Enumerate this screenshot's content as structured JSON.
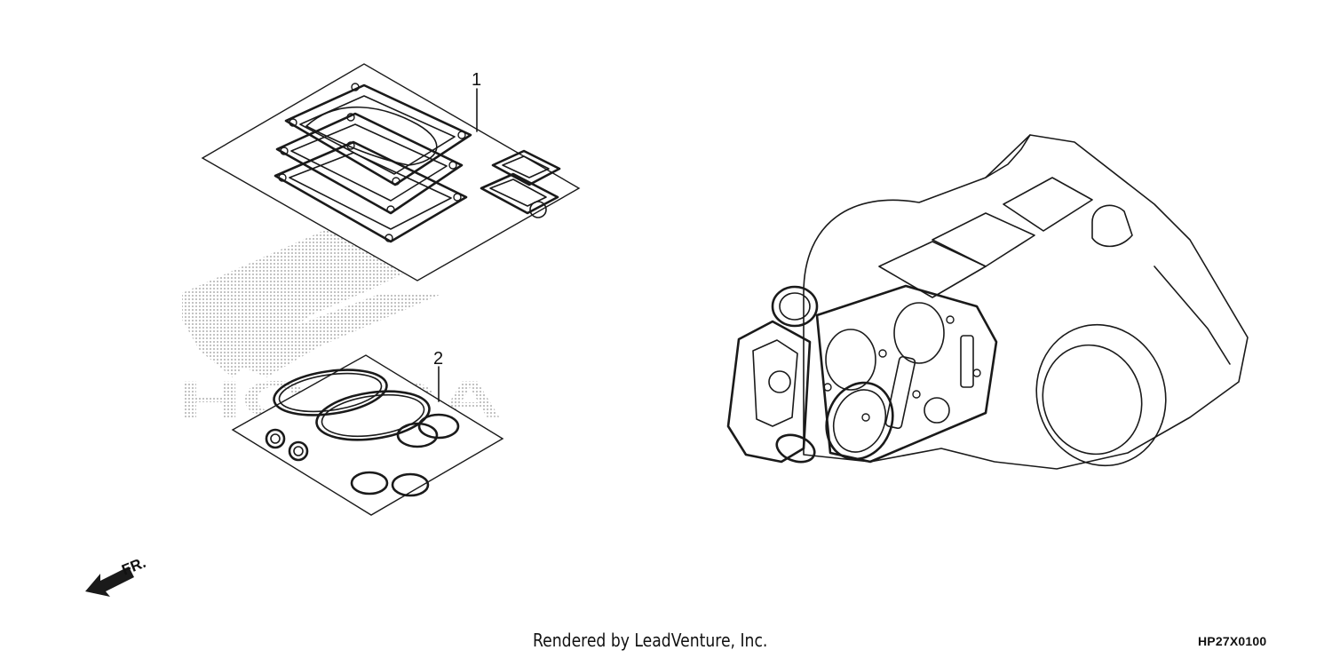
{
  "callouts": [
    {
      "number": "1"
    },
    {
      "number": "2"
    }
  ],
  "direction_indicator": {
    "label": "FR."
  },
  "footer": {
    "credit": "Rendered by LeadVenture, Inc.",
    "diagram_code": "HP27X0100"
  },
  "watermark": {
    "text": "HONDA",
    "color": "#c8c8c8"
  },
  "colors": {
    "line": "#1a1a1a",
    "background": "#ffffff"
  }
}
